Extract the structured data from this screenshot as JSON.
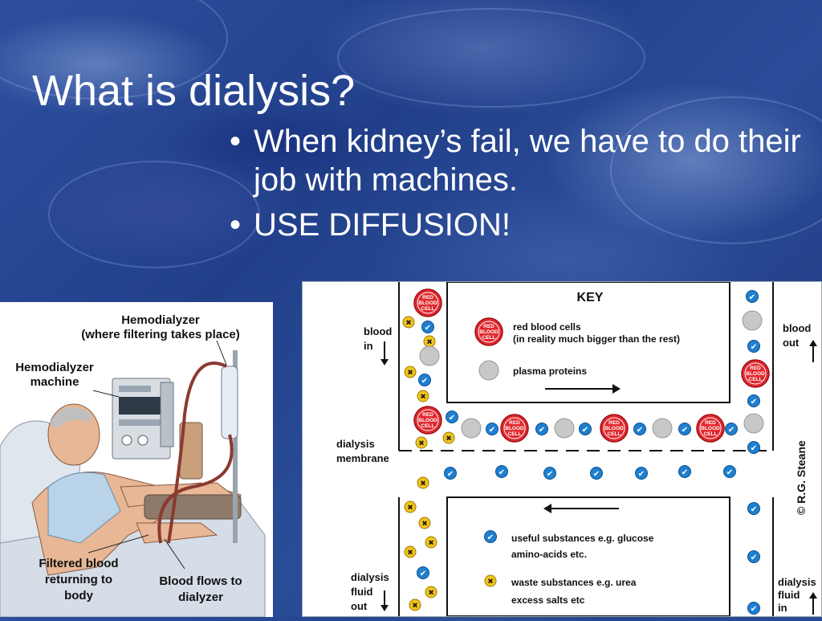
{
  "slide": {
    "title": "What is dialysis?",
    "bullets": [
      "When kidney’s fail, we have to do their job with machines.",
      "USE DIFFUSION!"
    ],
    "bullet_glyph": "•"
  },
  "illustration": {
    "hemodialyzer": [
      "Hemodialyzer",
      "(where filtering takes place)"
    ],
    "machine": [
      "Hemodialyzer",
      "machine"
    ],
    "filtered": [
      "Filtered blood",
      "returning to",
      "body"
    ],
    "flows": [
      "Blood flows to",
      "dialyzer"
    ]
  },
  "diagram": {
    "key_title": "KEY",
    "key_rbc": [
      "red blood cells",
      "(in reality much bigger than the rest)"
    ],
    "key_plasma": "plasma proteins",
    "key_useful": [
      "useful substances e.g. glucose",
      "amino-acids etc."
    ],
    "key_waste": [
      "waste substances e.g. urea",
      "excess salts etc"
    ],
    "blood_in": [
      "blood",
      "in"
    ],
    "blood_out": [
      "blood",
      "out"
    ],
    "membrane": [
      "dialysis",
      "membrane"
    ],
    "fluid_out": [
      "dialysis",
      "fluid",
      "out"
    ],
    "fluid_in": [
      "dialysis",
      "fluid",
      "in"
    ],
    "rbc_label": [
      "RED",
      "BLOOD",
      "CELL"
    ],
    "copyright": "© R.G. Steane",
    "check_glyph": "✔",
    "cross_glyph": "✖",
    "colors": {
      "rbc": "#e0282e",
      "useful": "#1f7fd0",
      "waste": "#f2c41a",
      "plasma": "#c8c8c8"
    }
  }
}
